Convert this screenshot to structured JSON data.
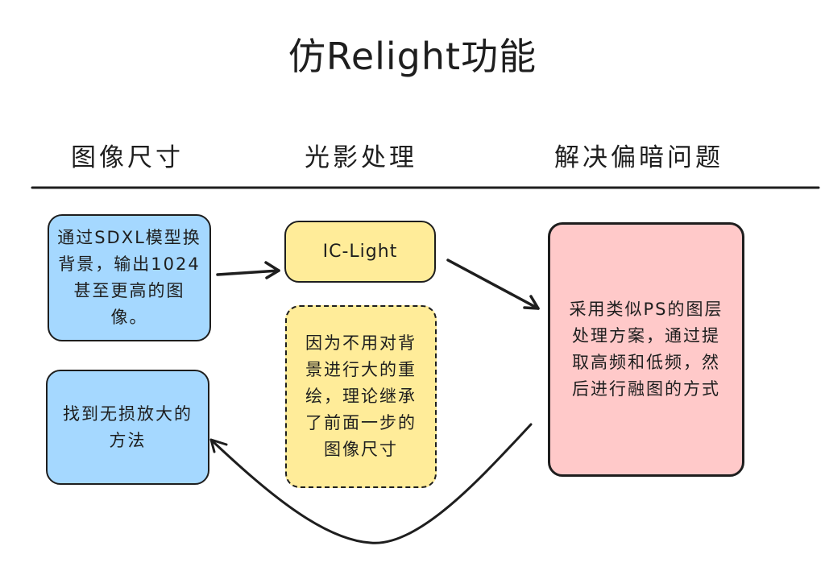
{
  "title": "仿Relight功能",
  "columns": [
    {
      "header": "图像尺寸"
    },
    {
      "header": "光影处理"
    },
    {
      "header": "解决偏暗问题"
    }
  ],
  "boxes": {
    "sdxl": {
      "text": "通过SDXL模型换背景，输出1024甚至更高的图像。",
      "color": "#a5d8ff"
    },
    "upscale": {
      "text": "找到无损放大的方法",
      "color": "#a5d8ff"
    },
    "iclight": {
      "text": "IC-Light",
      "color": "#ffec99"
    },
    "note": {
      "text": "因为不用对背景进行大的重绘，理论继承了前面一步的图像尺寸",
      "color": "#ffec99"
    },
    "darkfix": {
      "text": "采用类似PS的图层处理方案，通过提取高频和低频，然后进行融图的方式",
      "color": "#ffc9c9"
    }
  },
  "connectors": [
    {
      "from": "sdxl",
      "to": "iclight",
      "type": "arrow"
    },
    {
      "from": "iclight",
      "to": "darkfix",
      "type": "arrow"
    },
    {
      "from": "darkfix",
      "to": "upscale",
      "type": "curved-arrow"
    }
  ]
}
